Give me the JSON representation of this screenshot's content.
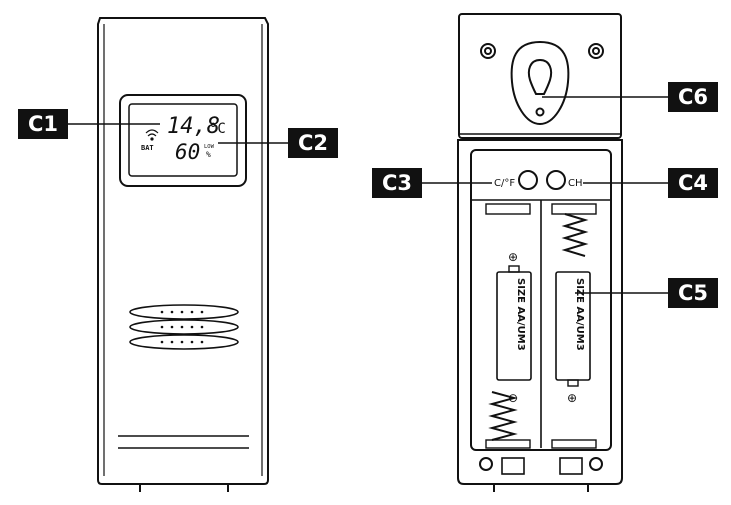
{
  "callouts": {
    "c1": "C1",
    "c2": "C2",
    "c3": "C3",
    "c4": "C4",
    "c5": "C5",
    "c6": "C6"
  },
  "lcd": {
    "temperature": "14,8",
    "temp_unit": "°C",
    "humidity": "60",
    "hum_small_top": "LOW",
    "hum_small_bottom": "%",
    "battery_label": "BAT"
  },
  "back": {
    "switch_left": "C/°F",
    "switch_right": "CH",
    "battery_left": "SIZE AA/UM3",
    "battery_right": "SIZE AA/UM3",
    "plus": "⊕",
    "minus": "⊖"
  },
  "colors": {
    "line": "#111111",
    "callout_bg": "#111111",
    "callout_text": "#ffffff"
  }
}
